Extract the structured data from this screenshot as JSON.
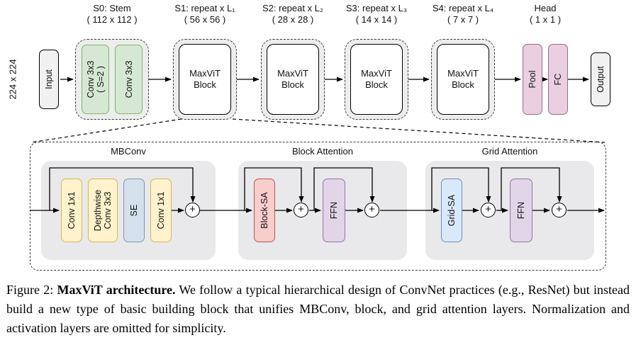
{
  "pipeline": {
    "input_resolution": "224 x 224",
    "input": "Input",
    "output": "Output",
    "stages": [
      {
        "title": "S0: Stem",
        "size": "( 112 x 112 )"
      },
      {
        "title": "S1: repeat x L₁",
        "size": "( 56 x 56 )"
      },
      {
        "title": "S2: repeat x L₂",
        "size": "( 28 x 28 )"
      },
      {
        "title": "S3: repeat x L₃",
        "size": "( 14 x 14 )"
      },
      {
        "title": "S4: repeat x L₄",
        "size": "( 7 x 7 )"
      },
      {
        "title": "Head",
        "size": "( 1 x 1 )"
      }
    ],
    "stem": {
      "conv1": "Conv 3x3\n( S=2 )",
      "conv2": "Conv 3x3"
    },
    "block_label": "MaxViT\nBlock",
    "head": {
      "pool": "Pool",
      "fc": "FC"
    }
  },
  "detail": {
    "sections": [
      {
        "title": "MBConv"
      },
      {
        "title": "Block Attention"
      },
      {
        "title": "Grid Attention"
      }
    ],
    "mbconv": {
      "conv1": "Conv 1x1",
      "dwconv": "Depthwise\nConv 3x3",
      "se": "SE",
      "conv2": "Conv 1x1"
    },
    "block_attn": {
      "sa": "Block-SA",
      "ffn": "FFN"
    },
    "grid_attn": {
      "sa": "Grid-SA",
      "ffn": "FFN"
    },
    "plus": "+"
  },
  "caption": {
    "label": "Figure 2: ",
    "title": "MaxViT architecture.",
    "text": " We follow a typical hierarchical design of ConvNet practices (e.g., ResNet) but instead build a new type of basic building block that unifies MBConv, block, and grid attention layers. Normalization and activation layers are omitted for simplicity."
  },
  "palette": {
    "stem_conv_fill": "#d5e8d4",
    "stem_conv_border": "#82b366",
    "head_fill": "#e9cfdf",
    "head_border": "#9c6b8f",
    "conv_fill": "#fff2cc",
    "conv_border": "#d6b656",
    "se_fill": "#d4e1ec",
    "se_border": "#7e97b5",
    "block_sa_fill": "#f8cecc",
    "block_sa_border": "#b85450",
    "ffn_fill": "#e1d5e7",
    "ffn_border": "#9673a6",
    "grid_sa_fill": "#dae8fc",
    "grid_sa_border": "#6c8ebf",
    "stage_bg": "#ededed",
    "section_bg": "#e9e9eb"
  }
}
